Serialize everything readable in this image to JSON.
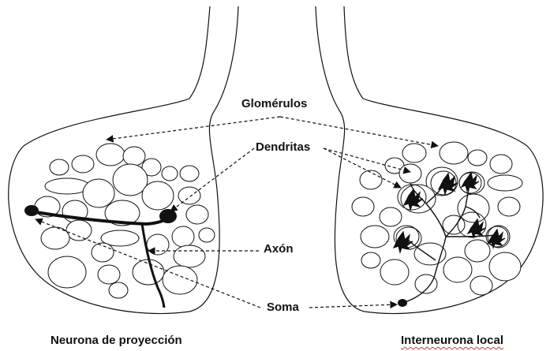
{
  "labels": {
    "glomerulos": "Glomérulos",
    "dendritas": "Dendritas",
    "axon": "Axón",
    "soma": "Soma"
  },
  "captions": {
    "left": "Neurona de proyección",
    "right": "Interneurona local"
  },
  "colors": {
    "outline": "#111111",
    "background": "#ffffff",
    "spellcheck_underline": "#c0392b"
  }
}
